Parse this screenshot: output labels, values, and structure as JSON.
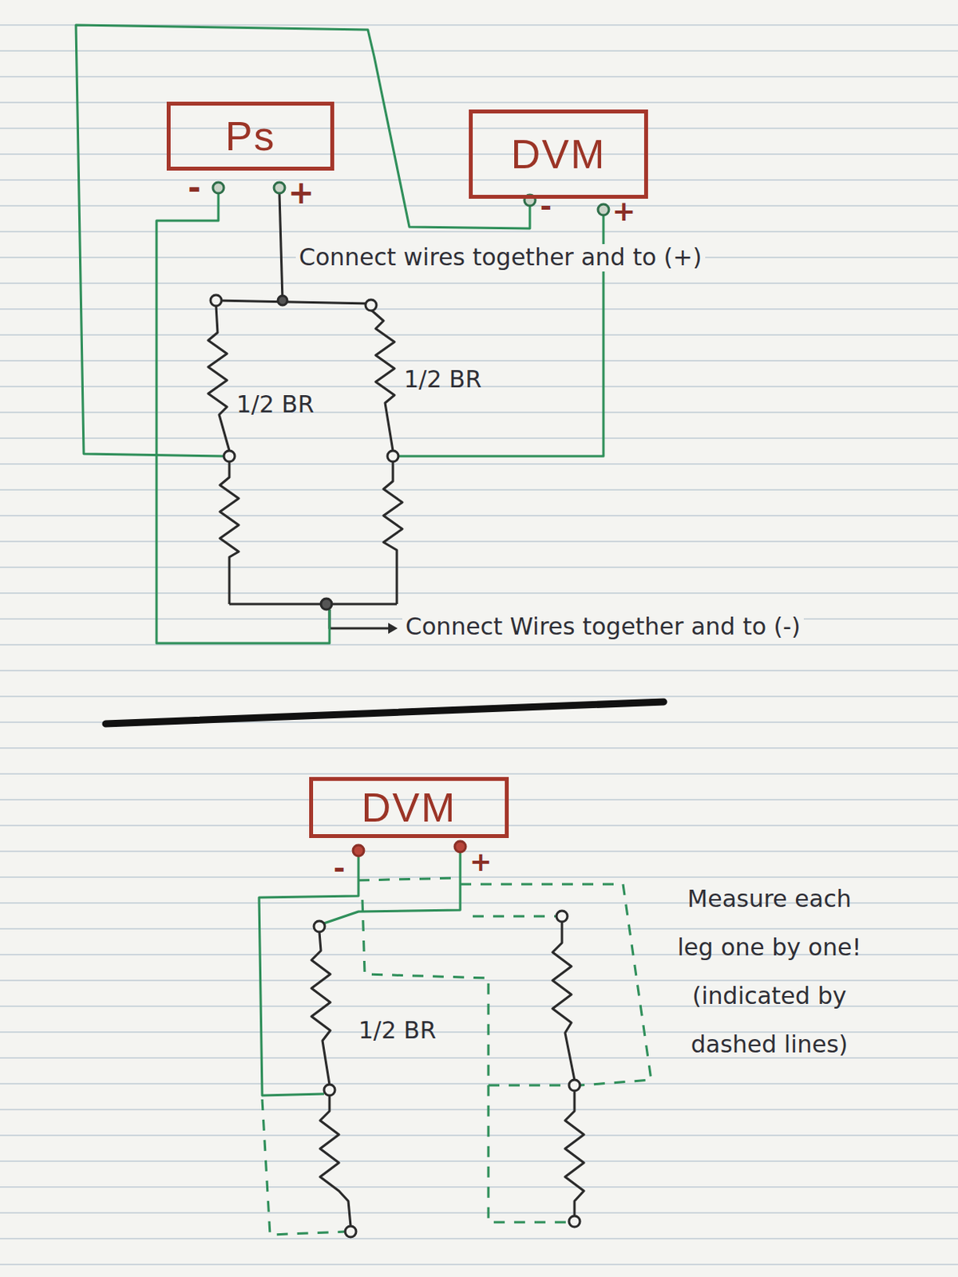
{
  "diagram": {
    "nodes": [
      {
        "text": [
          "Ps"
        ]
      },
      {
        "text": [
          "DVM"
        ]
      },
      {
        "text": [
          "DVM"
        ]
      }
    ],
    "labels": [
      "-",
      "+",
      "-",
      "+",
      "Connect wires together and to (+)",
      "1/2 BR",
      "1/2 BR",
      "Connect Wires together and to (-)",
      "-",
      "+",
      "1/2 BR",
      "Measure each leg one by one! (indicated by dashed lines)"
    ]
  }
}
